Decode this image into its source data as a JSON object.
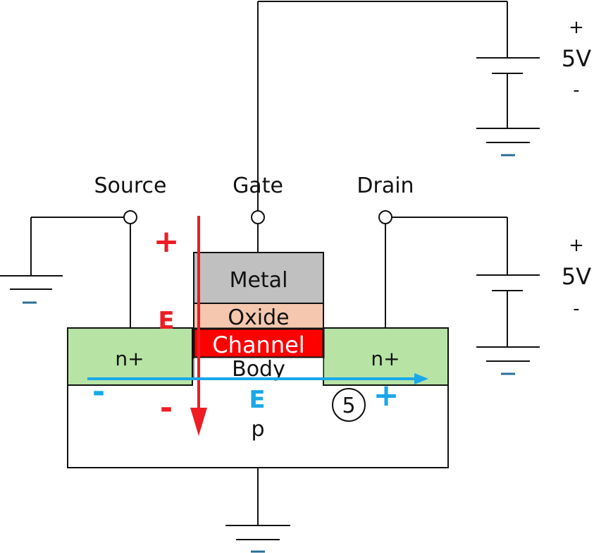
{
  "terminals": {
    "source": "Source",
    "gate": "Gate",
    "drain": "Drain"
  },
  "layers": {
    "metal": "Metal",
    "oxide": "Oxide",
    "channel": "Channel",
    "body": "Body",
    "substrate": "p",
    "source_region": "n+",
    "drain_region": "n+"
  },
  "gate_supply": {
    "plus": "+",
    "voltage": "5V",
    "minus": "-"
  },
  "drain_supply": {
    "plus": "+",
    "voltage": "5V",
    "minus": "-"
  },
  "vertical_field": {
    "label": "E",
    "plus": "+",
    "minus": "-"
  },
  "horizontal_field": {
    "label": "E",
    "minus": "-",
    "plus": "+"
  },
  "step_marker": "5",
  "colors": {
    "metal": "#c0c0c0",
    "oxide": "#f4c7ae",
    "channel": "#ff0000",
    "n_region": "#b7e3a5",
    "vertical_field": "#ee1c24",
    "horizontal_field": "#19a8e8",
    "ground_dash": "#2a6f97"
  }
}
